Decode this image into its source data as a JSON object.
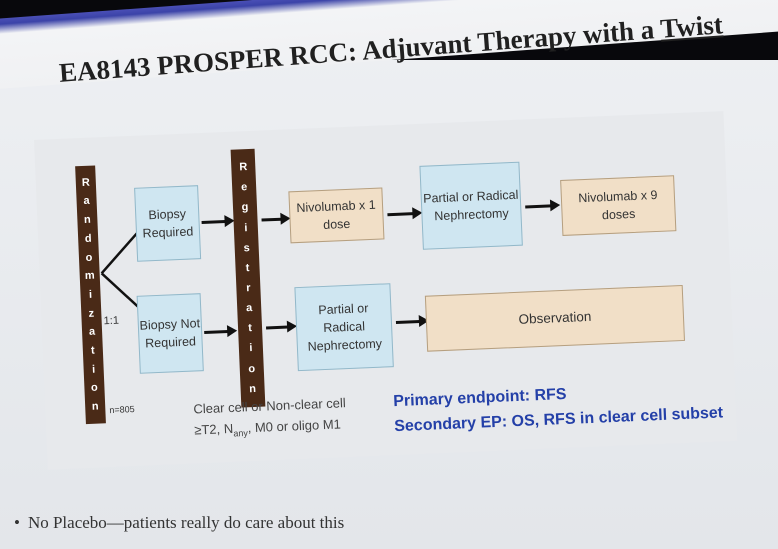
{
  "title": {
    "main": "EA8143 PROSPER RCC: Adjuvant Therapy with a",
    "twist": "Twist"
  },
  "randomization_letters": [
    "R",
    "a",
    "n",
    "d",
    "o",
    "m",
    "i",
    "z",
    "a",
    "t",
    "i",
    "o",
    "n"
  ],
  "registration_letters": [
    "R",
    "e",
    "g",
    "i",
    "s",
    "t",
    "r",
    "a",
    "t",
    "i",
    "o",
    "n"
  ],
  "ratio": "1:1",
  "n": "n=805",
  "arm_top": {
    "biopsy": "Biopsy Required",
    "nivo_one": "Nivolumab x 1 dose",
    "surgery": "Partial or Radical Nephrectomy",
    "nivo_nine": "Nivolumab x 9 doses"
  },
  "arm_bottom": {
    "biopsy": "Biopsy Not Required",
    "surgery": "Partial or Radical Nephrectomy",
    "observation": "Observation"
  },
  "eligibility": {
    "line1": "Clear cell or Non-clear cell",
    "line2_prefix": "≥T2, N",
    "line2_sub": "any",
    "line2_suffix": ", M0 or oligo M1"
  },
  "endpoints": {
    "primary": "Primary endpoint: RFS",
    "secondary": "Secondary EP: OS, RFS in clear cell subset"
  },
  "bullet": "No Placebo—patients really do care about this",
  "colors": {
    "bar": "#4a2a17",
    "blue_box": "#cfe6f1",
    "tan_box": "#f1dfc7",
    "endpoint_text": "#2440a8",
    "title_band": "#3b43a8"
  }
}
